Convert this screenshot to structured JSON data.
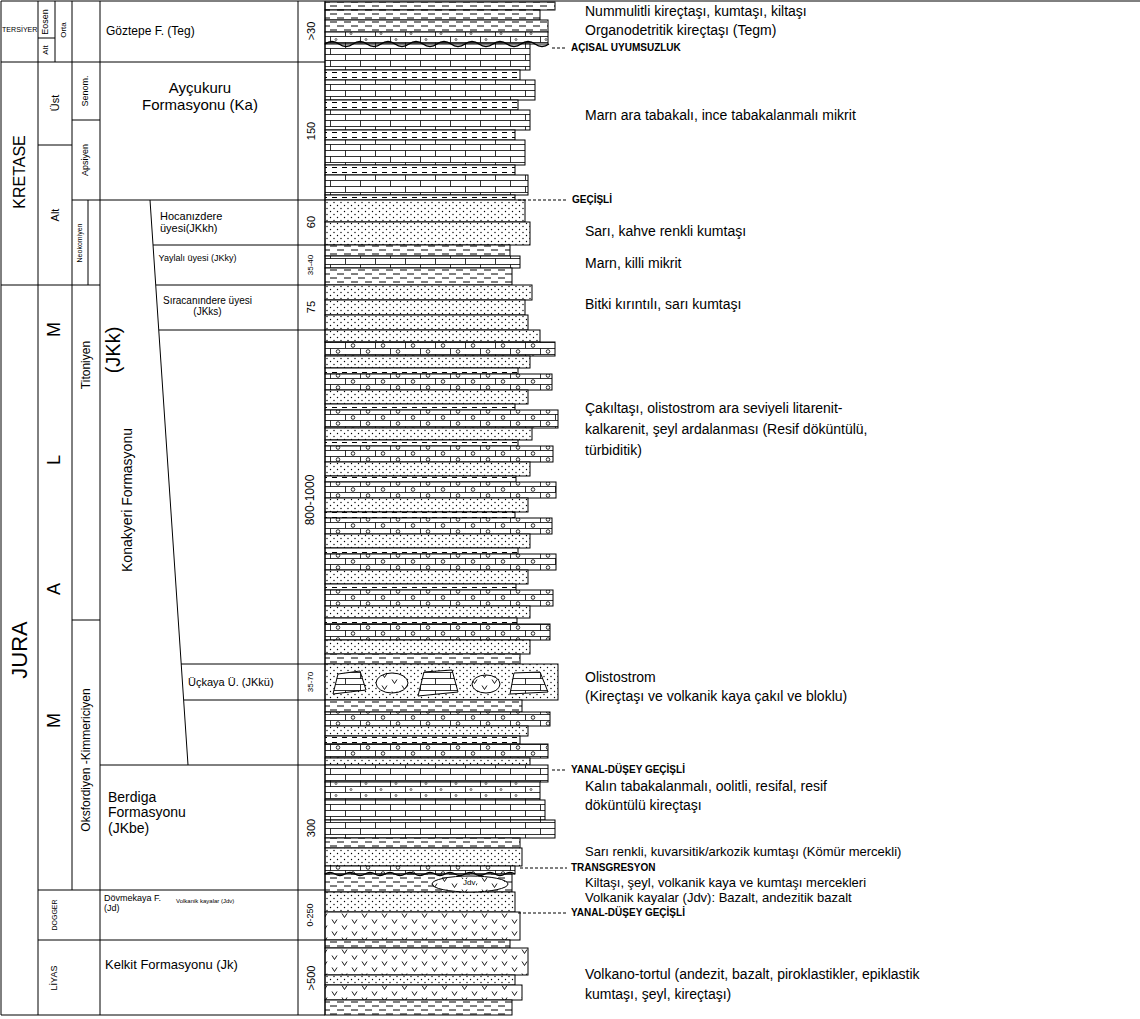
{
  "diagram": {
    "labels": [
      "TERSİYER",
      "Eosen",
      "Orta",
      "Alt",
      "Göztepe F. (Teg)",
      ">30",
      "Nummulitli kireçtaşı, kumtaşı, kiltaşı",
      "Organodetritik kireçtaşı (Tegm)",
      "AÇISAL UYUMSUZLUK",
      "KRETASE",
      "Üst",
      "Senom.",
      "Ayçukuru Formasyonu (Ka)",
      "150",
      "Marn ara tabakalı, ince tabakalanmalı mikrit",
      "Alt",
      "Apsiyen",
      "GEÇİŞLİ",
      "Neokomiyen",
      "Hocanızdere üyesi(JKkh)",
      "60",
      "Sarı, kahve renkli kumtaşı",
      "Yaylalı üyesi (JKky)",
      "35-40",
      "Marn, killi mikrit",
      "JURA",
      "MALM",
      "Titoniyen",
      "Sıracanındere üyesi (JKks)",
      "75",
      "Bitki kırıntılı, sarı kumtaşı",
      "(JKk)",
      "Konakyeri Formasyonu",
      "800-1000",
      "Çakıltaşı, olistostrom ara seviyeli litarenit-kalkarenit, şeyl ardalanması (Resif döküntülü, türbiditik)",
      "Oksfordiyen -Kimmericiyen",
      "Üçkaya Ü. (JKkü)",
      "35-70",
      "Olistostrom",
      "(Kireçtaşı ve volkanik kaya çakıl ve bloklu)",
      "YANAL-DÜŞEY GEÇİŞLİ",
      "Berdiga Formasyonu (JKbe)",
      "300",
      "Kalın tabakalanmalı, oolitli, resifal, resif döküntülü kireçtaşı",
      "Sarı renkli, kuvarsitik/arkozik kumtaşı (Kömür mercekli)",
      "TRANSGRESYON",
      "DOGGER",
      "Dövmekaya F. (Jd)",
      "Volkanik kayalar (Jdv)",
      "Jdv",
      "0-250",
      "Kiltaşı, şeyl, volkanik kaya ve kumtaşı mercekleri",
      "Volkanik kayalar (Jdv): Bazalt, andezitik bazalt",
      "YANAL-DÜŞEY GEÇİŞLİ",
      "LİYAS",
      "Kelkit Formasyonu (Jk)",
      ">500",
      "Volkano-tortul (andezit, bazalt, piroklastikler, epiklastik kumtaşı, şeyl, kireçtaşı)"
    ]
  }
}
